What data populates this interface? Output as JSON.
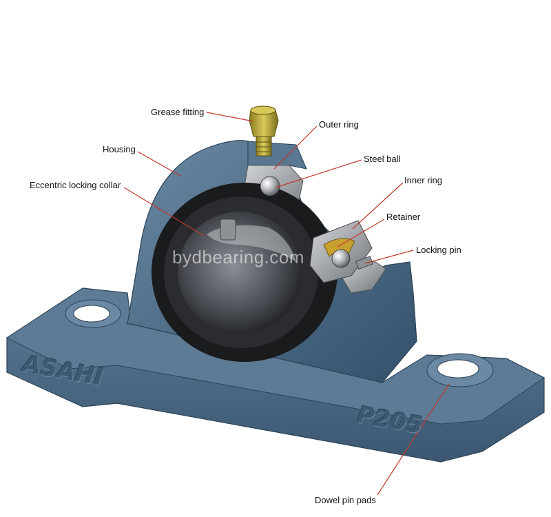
{
  "labels": {
    "grease_fitting": "Grease fitting",
    "outer_ring": "Outer ring",
    "housing": "Housing",
    "steel_ball": "Steel ball",
    "inner_ring": "Inner ring",
    "eccentric_locking_collar": "Eccentric locking collar",
    "retainer": "Retainer",
    "locking_pin": "Locking pin",
    "dowel_pin_pads": "Dowel pin pads"
  },
  "embossed": {
    "brand": "ASAHI",
    "model": "P205"
  },
  "watermark": "bydbearing.com",
  "colors": {
    "housing": "#4f6d87",
    "housing_dark": "#34506a",
    "leader_line": "#c0392b",
    "grease_fitting": "#b8a834",
    "steel": "#9aa0a6"
  }
}
